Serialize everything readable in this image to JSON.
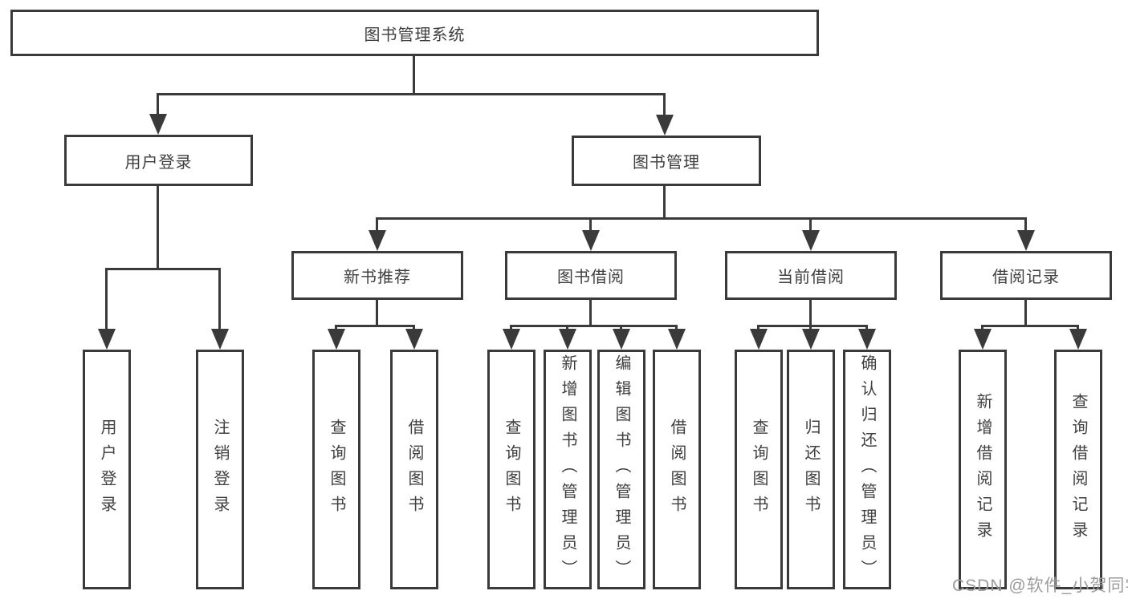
{
  "tree": {
    "root_label": "图书管理系统",
    "branches": {
      "user_login": {
        "label": "用户登录",
        "children": [
          "用户登录",
          "注销登录"
        ]
      },
      "book_mgmt": {
        "label": "图书管理",
        "sections": [
          {
            "label": "新书推荐",
            "children": [
              "查询图书",
              "借阅图书"
            ]
          },
          {
            "label": "图书借阅",
            "children": [
              "查询图书",
              "新增图书（管理员）",
              "编辑图书（管理员）",
              "借阅图书"
            ]
          },
          {
            "label": "当前借阅",
            "children": [
              "查询图书",
              "归还图书",
              "确认归还（管理员）"
            ]
          },
          {
            "label": "借阅记录",
            "children": [
              "新增借阅记录",
              "查询借阅记录"
            ]
          }
        ]
      }
    }
  },
  "watermark": "CSDN @软件_小贺同学",
  "colors": {
    "line": "#3a3a3a",
    "text": "#3f3f3f",
    "watermark_text": "#9c9c9c",
    "background": "#ffffff"
  }
}
